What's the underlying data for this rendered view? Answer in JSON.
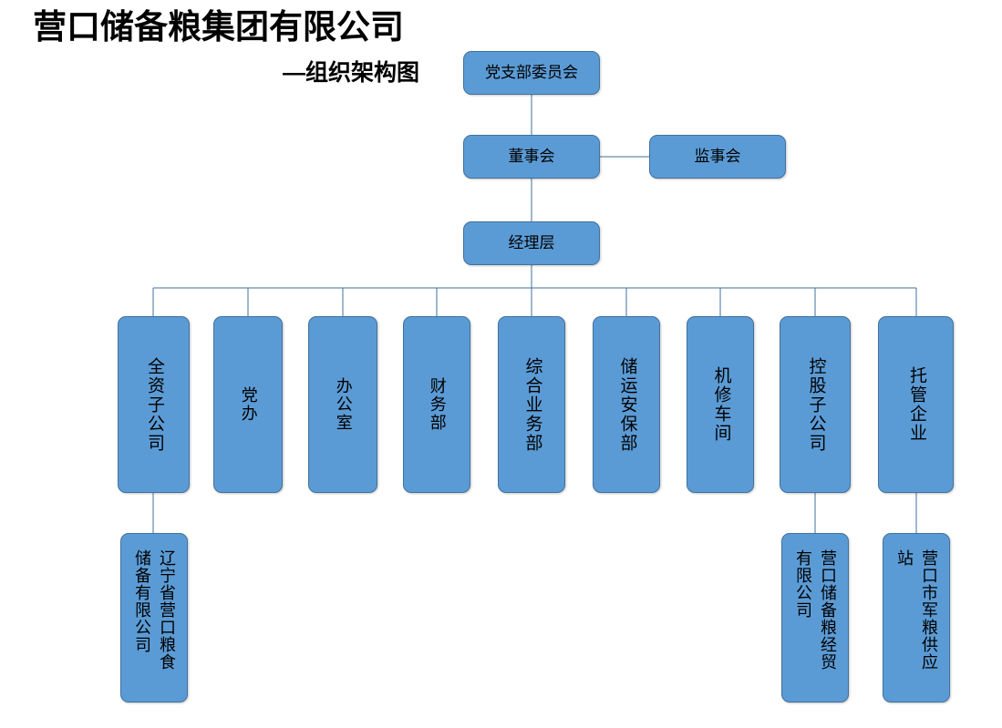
{
  "header": {
    "title": "营口储备粮集团有限公司",
    "subtitle": "—组织架构图"
  },
  "theme": {
    "box_fill": "#5B9BD5",
    "box_border": "#41719C",
    "connector": "#41719C",
    "page_background": "#FFFFFF",
    "text_color": "#000000"
  },
  "chart_data": {
    "type": "diagram",
    "diagram_kind": "organization-chart",
    "title": "营口储备粮集团有限公司 —组织架构图",
    "nodes": [
      {
        "id": "party_branch",
        "label": "党支部委员会",
        "level": 0,
        "orientation": "horizontal"
      },
      {
        "id": "board",
        "label": "董事会",
        "level": 1,
        "orientation": "horizontal"
      },
      {
        "id": "supervisors",
        "label": "监事会",
        "level": 1,
        "orientation": "horizontal"
      },
      {
        "id": "management",
        "label": "经理层",
        "level": 2,
        "orientation": "horizontal"
      },
      {
        "id": "dept_1",
        "label": "全资子公司",
        "level": 3,
        "orientation": "vertical"
      },
      {
        "id": "dept_2",
        "label": "党办",
        "level": 3,
        "orientation": "vertical"
      },
      {
        "id": "dept_3",
        "label": "办公室",
        "level": 3,
        "orientation": "vertical"
      },
      {
        "id": "dept_4",
        "label": "财务部",
        "level": 3,
        "orientation": "vertical"
      },
      {
        "id": "dept_5",
        "label": "综合业务部",
        "level": 3,
        "orientation": "vertical"
      },
      {
        "id": "dept_6",
        "label": "储运安保部",
        "level": 3,
        "orientation": "vertical"
      },
      {
        "id": "dept_7",
        "label": "机修车间",
        "level": 3,
        "orientation": "vertical"
      },
      {
        "id": "dept_8",
        "label": "控股子公司",
        "level": 3,
        "orientation": "vertical"
      },
      {
        "id": "dept_9",
        "label": "托管企业",
        "level": 3,
        "orientation": "vertical"
      },
      {
        "id": "sub_1",
        "label": "辽宁省营口粮食储备有限公司",
        "level": 4,
        "orientation": "vertical-wrap"
      },
      {
        "id": "sub_2",
        "label": "营口储备粮经贸有限公司",
        "level": 4,
        "orientation": "vertical-wrap"
      },
      {
        "id": "sub_3",
        "label": "营口市军粮供应站",
        "level": 4,
        "orientation": "vertical-wrap"
      }
    ],
    "edges": [
      {
        "from": "party_branch",
        "to": "board"
      },
      {
        "from": "board",
        "to": "supervisors"
      },
      {
        "from": "board",
        "to": "management"
      },
      {
        "from": "management",
        "to": "dept_1"
      },
      {
        "from": "management",
        "to": "dept_2"
      },
      {
        "from": "management",
        "to": "dept_3"
      },
      {
        "from": "management",
        "to": "dept_4"
      },
      {
        "from": "management",
        "to": "dept_5"
      },
      {
        "from": "management",
        "to": "dept_6"
      },
      {
        "from": "management",
        "to": "dept_7"
      },
      {
        "from": "management",
        "to": "dept_8"
      },
      {
        "from": "management",
        "to": "dept_9"
      },
      {
        "from": "dept_1",
        "to": "sub_1"
      },
      {
        "from": "dept_8",
        "to": "sub_2"
      },
      {
        "from": "dept_9",
        "to": "sub_3"
      }
    ]
  }
}
